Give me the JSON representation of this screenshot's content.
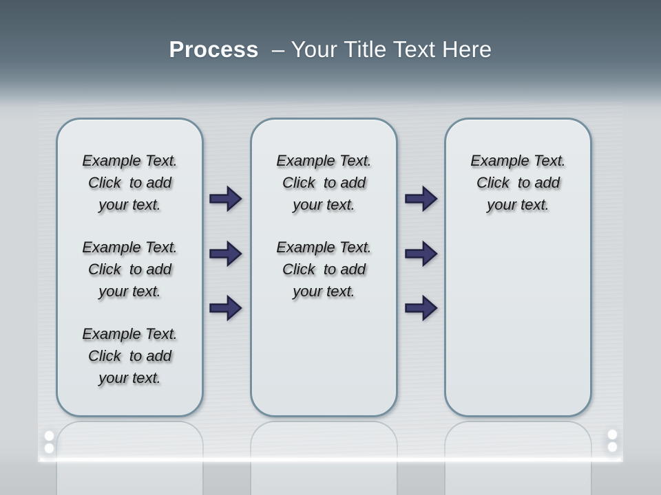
{
  "title": {
    "emphasis": "Process",
    "separator": "  – ",
    "rest": "Your Title Text Here"
  },
  "steps": [
    {
      "label": "step-1",
      "placeholders": [
        "Example Text.\nClick  to add\nyour text.",
        "Example Text.\nClick  to add\nyour text.",
        "Example Text.\nClick  to add\nyour text."
      ]
    },
    {
      "label": "step-2",
      "placeholders": [
        "Example Text.\nClick  to add\nyour text.",
        "Example Text.\nClick  to add\nyour text."
      ]
    },
    {
      "label": "step-3",
      "placeholders": [
        "Example Text.\nClick  to add\nyour text."
      ]
    }
  ],
  "arrows": {
    "glyph": "right-block-arrow",
    "per_gap": 3
  },
  "colors": {
    "header_top": "#4b5a65",
    "header_fade": "#a7b2ba",
    "body_background": "#d3d7da",
    "box_fill": "#e2e7e9",
    "box_border": "#748f9d",
    "arrow_fill": "#3d3e6d",
    "arrow_outline": "#20213f",
    "title_text": "#fafbfc",
    "placeholder_text_color": "#161616"
  }
}
